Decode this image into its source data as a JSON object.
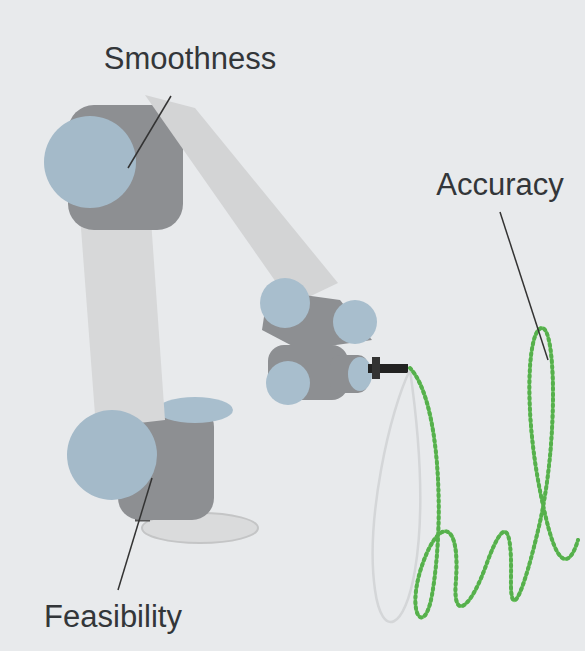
{
  "diagram": {
    "labels": [
      "Smoothness",
      "Accuracy",
      "Feasibility"
    ]
  }
}
